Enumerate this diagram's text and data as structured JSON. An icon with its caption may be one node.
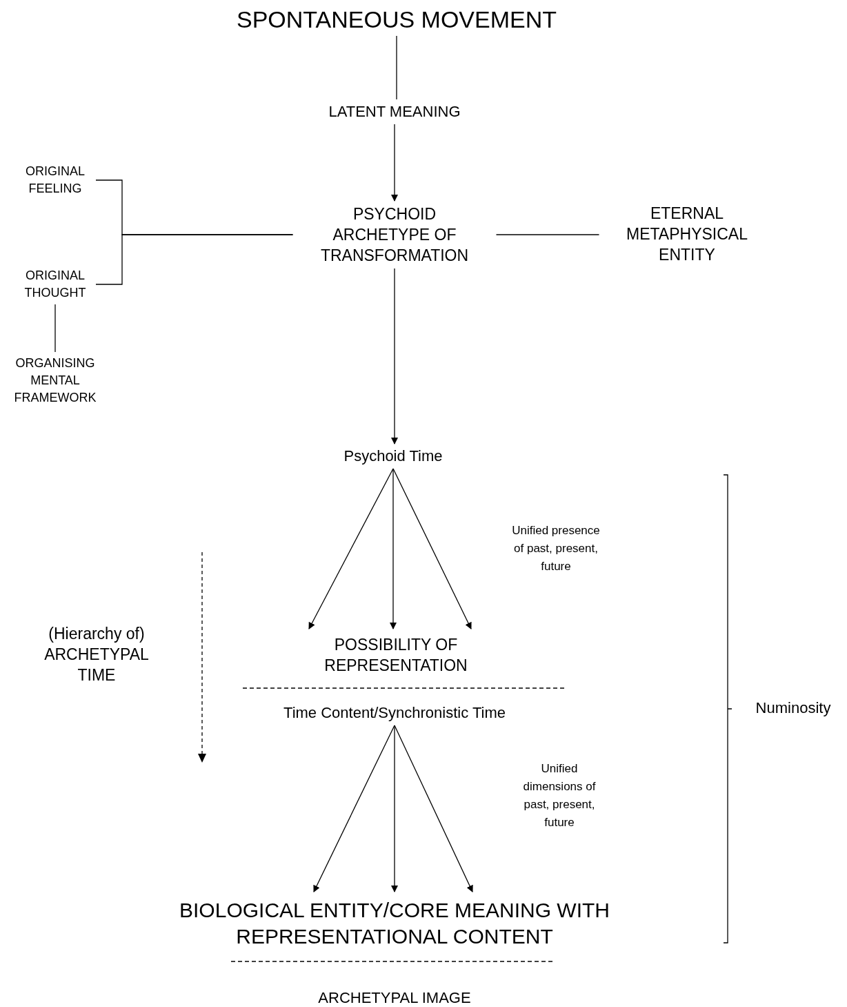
{
  "diagram": {
    "nodes": [
      {
        "text": [
          "SPONTANEOUS MOVEMENT"
        ]
      },
      {
        "text": [
          "LATENT MEANING"
        ]
      },
      {
        "text": [
          "PSYCHOID ARCHETYPE OF TRANSFORMATION"
        ]
      },
      {
        "text": [
          "ORIGINAL FEELING"
        ]
      },
      {
        "text": [
          "ORIGINAL THOUGHT"
        ]
      },
      {
        "text": [
          "ETERNAL METAPHYSICAL ENTITY"
        ]
      },
      {
        "text": [
          "ORGANISING MENTAL FRAMEWORK"
        ]
      },
      {
        "text": [
          "Psychoid Time"
        ]
      },
      {
        "text": [
          "POSSIBILITY OF REPRESENTATION"
        ]
      },
      {
        "text": [
          "Time Content/Synchronistic Time"
        ]
      },
      {
        "text": [
          "BIOLOGICAL ENTITY/CORE MEANING WITH REPRESENTATIONAL CONTENT"
        ]
      },
      {
        "text": [
          "ARCHETYPAL IMAGE"
        ]
      }
    ],
    "edges": [
      {
        "from": 0,
        "to": 1,
        "arrow": "none"
      },
      {
        "from": 1,
        "to": 2,
        "arrow": "to"
      },
      {
        "from": 2,
        "to": 3,
        "arrow": "none"
      },
      {
        "from": 2,
        "to": 4,
        "arrow": "none"
      },
      {
        "from": 2,
        "to": 5,
        "arrow": "none"
      },
      {
        "from": 4,
        "to": 6,
        "arrow": "none"
      },
      {
        "from": 2,
        "to": 7,
        "arrow": "to"
      },
      {
        "from": 7,
        "to": 8,
        "arrow": "to"
      },
      {
        "from": 7,
        "to": 8,
        "arrow": "to"
      },
      {
        "from": 7,
        "to": 8,
        "arrow": "to"
      },
      {
        "from": 9,
        "to": 10,
        "arrow": "to"
      },
      {
        "from": 9,
        "to": 10,
        "arrow": "to"
      },
      {
        "from": 9,
        "to": 10,
        "arrow": "to"
      }
    ],
    "labels": [
      "Unified presence of past, present, future",
      "(Hierarchy of) ARCHETYPAL TIME",
      "Numinosity",
      "Unified dimensions of past, present, future"
    ]
  }
}
